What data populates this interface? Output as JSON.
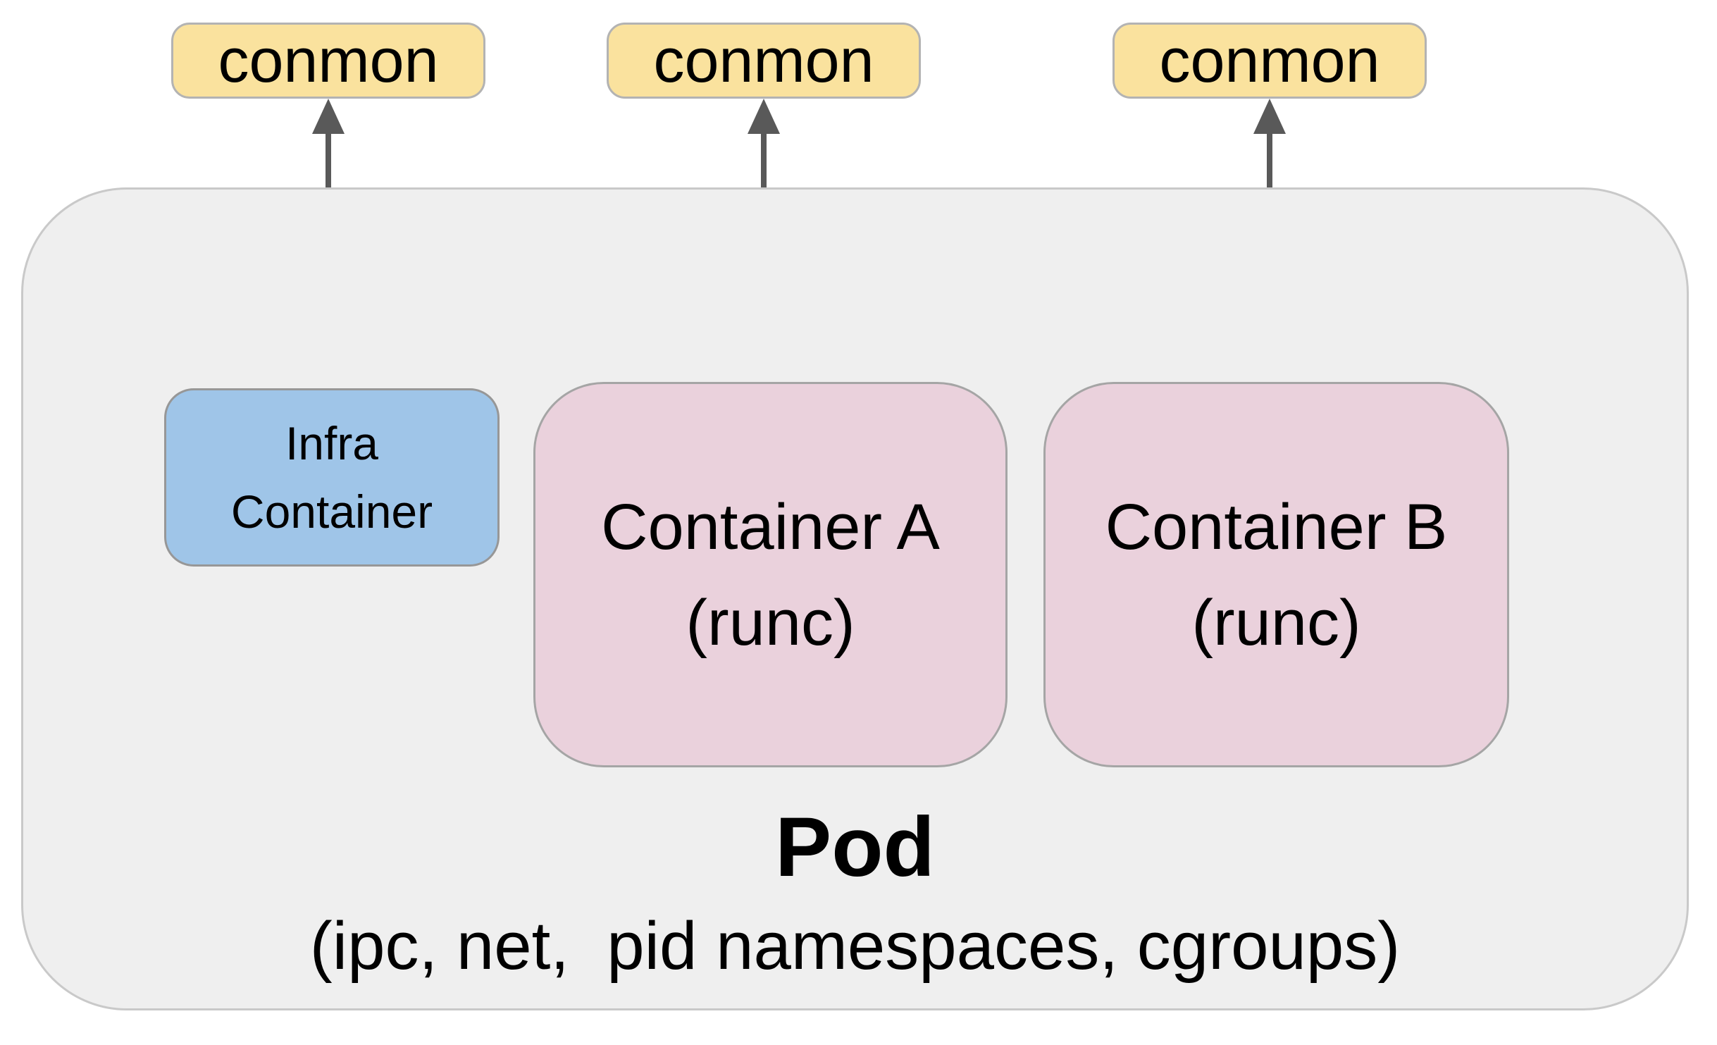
{
  "colors": {
    "canvas-bg": "#ffffff",
    "pod-fill": "#efefef",
    "pod-border": "#c9c9c9",
    "conmon-fill": "#fae29e",
    "conmon-border": "#b3b3b3",
    "infra-fill": "#9fc5e8",
    "infra-border": "#979797",
    "container-fill": "#ead1dc",
    "container-border": "#a5a5a5",
    "arrow": "#595959",
    "text": "#000000"
  },
  "conmon": {
    "labels": [
      "conmon",
      "conmon",
      "conmon"
    ]
  },
  "pod": {
    "title": "Pod",
    "subtitle": "(ipc, net,  pid namespaces, cgroups)",
    "infra": {
      "line1": "Infra",
      "line2": "Container"
    },
    "containers": [
      {
        "name": "Container A",
        "runtime": "(runc)"
      },
      {
        "name": "Container B",
        "runtime": "(runc)"
      }
    ]
  }
}
